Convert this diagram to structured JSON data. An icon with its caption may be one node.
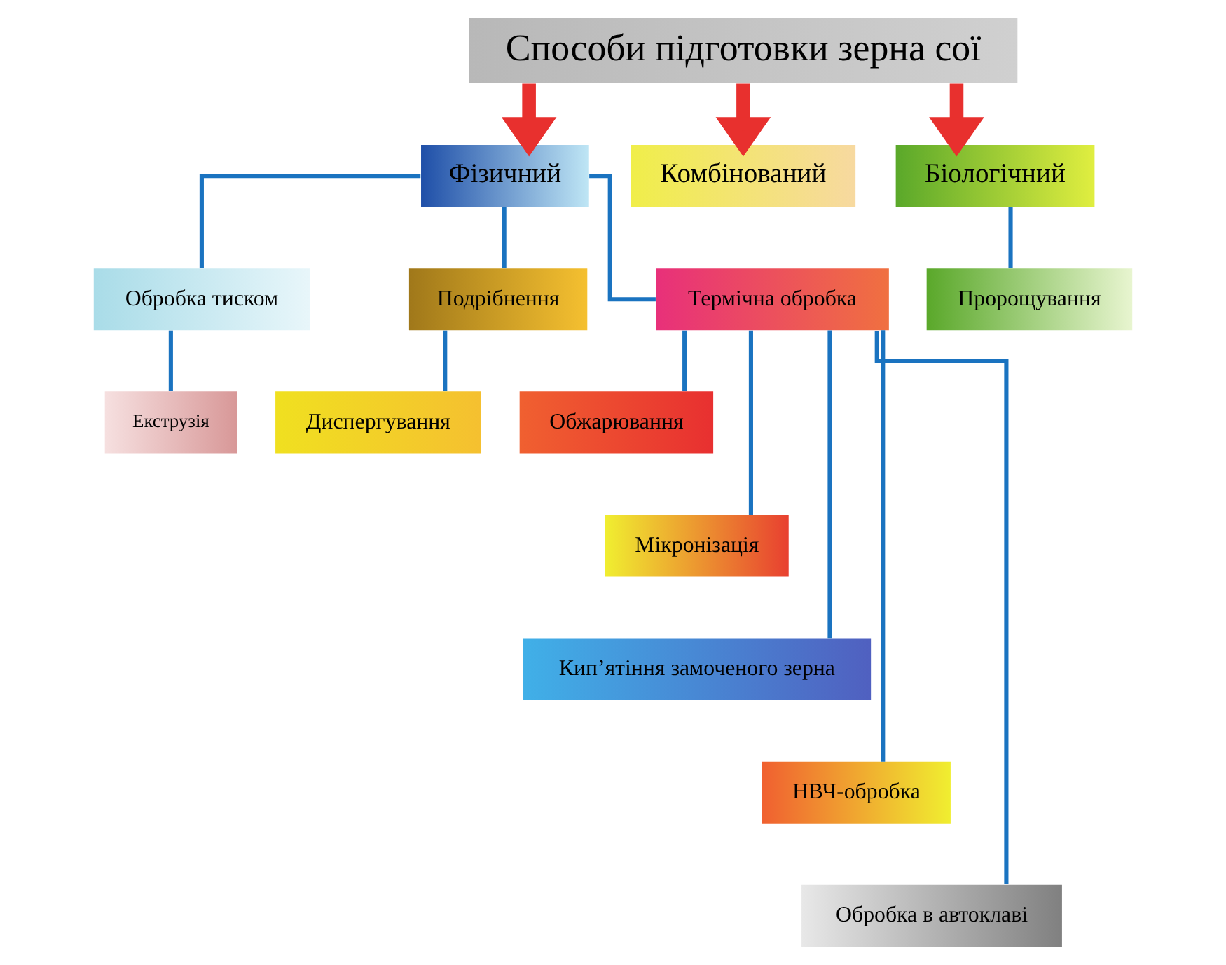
{
  "diagram": {
    "nodes": [
      {
        "text": [
          "Способи підготовки зерна сої"
        ]
      },
      {
        "text": [
          "Фізичний"
        ]
      },
      {
        "text": [
          "Комбінований"
        ]
      },
      {
        "text": [
          "Біологічний"
        ]
      },
      {
        "text": [
          "Обробка тиском"
        ]
      },
      {
        "text": [
          "Подрібнення"
        ]
      },
      {
        "text": [
          "Термічна обробка"
        ]
      },
      {
        "text": [
          "Пророщування"
        ]
      },
      {
        "text": [
          "Екструзія"
        ]
      },
      {
        "text": [
          "Диспергування"
        ]
      },
      {
        "text": [
          "Обжарювання"
        ]
      },
      {
        "text": [
          "Мікронізація"
        ]
      },
      {
        "text": [
          "Кип’ятіння замоченого зерна"
        ]
      },
      {
        "text": [
          "НВЧ-обробка"
        ]
      },
      {
        "text": [
          "Обробка в автоклаві"
        ]
      }
    ],
    "edges": [
      {
        "from": 0,
        "to": 1,
        "arrow": "to",
        "style": "thick",
        "color": "#e8302e"
      },
      {
        "from": 0,
        "to": 2,
        "arrow": "to",
        "style": "thick",
        "color": "#e8302e"
      },
      {
        "from": 0,
        "to": 3,
        "arrow": "to",
        "style": "thick",
        "color": "#e8302e"
      },
      {
        "from": 1,
        "to": 4,
        "arrow": "none"
      },
      {
        "from": 1,
        "to": 5,
        "arrow": "none"
      },
      {
        "from": 1,
        "to": 6,
        "arrow": "none"
      },
      {
        "from": 3,
        "to": 7,
        "arrow": "none"
      },
      {
        "from": 4,
        "to": 8,
        "arrow": "none"
      },
      {
        "from": 5,
        "to": 9,
        "arrow": "none"
      },
      {
        "from": 6,
        "to": 10,
        "arrow": "none"
      },
      {
        "from": 6,
        "to": 11,
        "arrow": "none"
      },
      {
        "from": 6,
        "to": 12,
        "arrow": "none"
      },
      {
        "from": 6,
        "to": 13,
        "arrow": "none"
      },
      {
        "from": 6,
        "to": 14,
        "arrow": "none"
      }
    ]
  }
}
